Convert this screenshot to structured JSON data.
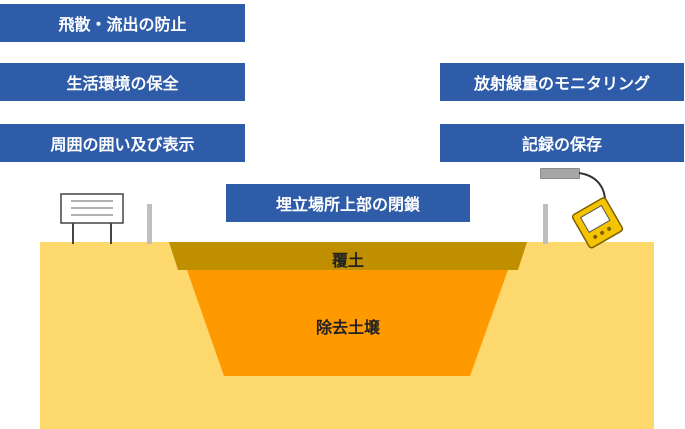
{
  "labels": {
    "scatter_prevention": "飛散・流出の防止",
    "living_env": "生活環境の保全",
    "fence_sign": "周囲の囲い及び表示",
    "landfill_closure": "埋立場所上部の閉鎖",
    "radiation_monitoring": "放射線量のモニタリング",
    "record_keeping": "記録の保存"
  },
  "layers": {
    "cover_soil": "覆土",
    "removed_soil": "除去土壌"
  },
  "colors": {
    "label_bg": "#2f5ca8",
    "ground": "#fdd86d",
    "cover_soil": "#bf8f00",
    "removed_soil": "#ff9900",
    "post": "#bfbfbf",
    "dosimeter": "#f5c400"
  }
}
